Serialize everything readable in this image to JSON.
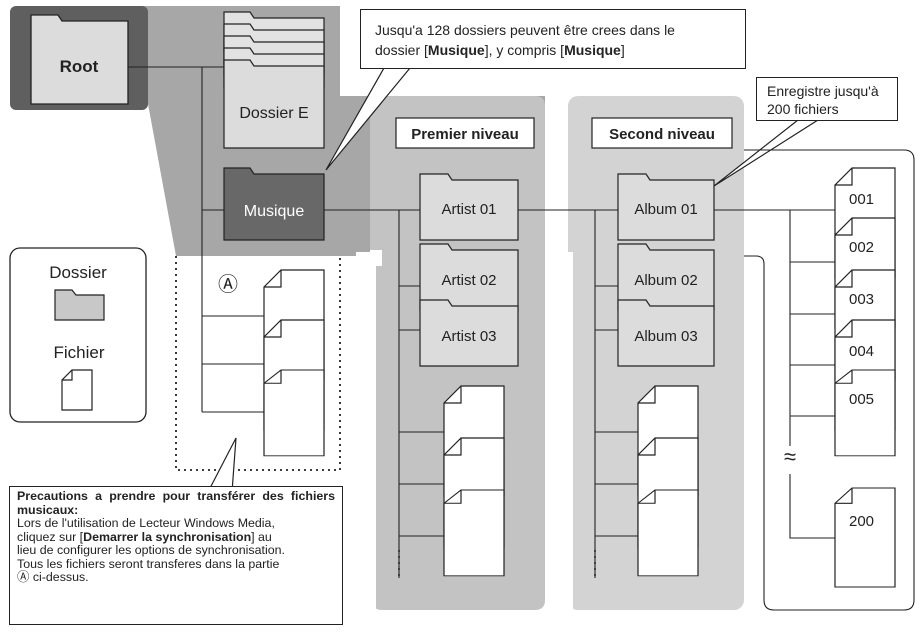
{
  "root_label": "Root",
  "dossier_e_label": "Dossier E",
  "musique_label": "Musique",
  "callout_top": {
    "line1": "Jusqu'a 128 dossiers peuvent être crees dans le",
    "line2_a": "dossier [",
    "line2_b": "Musique",
    "line2_c": "], y compris [",
    "line2_d": "Musique",
    "line2_e": "]"
  },
  "callout_right": {
    "line1": "Enregistre jusqu'à",
    "line2": "200 fichiers"
  },
  "level1_title": "Premier niveau",
  "level2_title": "Second niveau",
  "artists": [
    "Artist 01",
    "Artist 02",
    "Artist 03"
  ],
  "albums": [
    "Album 01",
    "Album 02",
    "Album 03"
  ],
  "files": [
    "001",
    "002",
    "003",
    "004",
    "005",
    "200"
  ],
  "break_symbol": "≈",
  "region_marker": "Ⓐ",
  "legend": {
    "folder_label": "Dossier",
    "file_label": "Fichier"
  },
  "precautions": {
    "title": "Precautions a prendre pour transférer des fichiers musicaux:",
    "body_a": "Lors de l'utilisation de Lecteur Windows Media, cliquez sur [",
    "body_b": "Demarrer la synchronisation",
    "body_c": "] au lieu de configurer les options de synchronisation. Tous les fichiers seront transferes dans la partie ",
    "body_d": "Ⓐ",
    "body_e": " ci-dessus."
  },
  "colors": {
    "root_zone": "#5f5f5f",
    "musique_zone": "#a7a7a7",
    "level_zone": "#c3c3c3",
    "level2_zone": "#d3d3d3",
    "folder_fill": "#dcdcdc",
    "musique_folder": "#686868"
  }
}
